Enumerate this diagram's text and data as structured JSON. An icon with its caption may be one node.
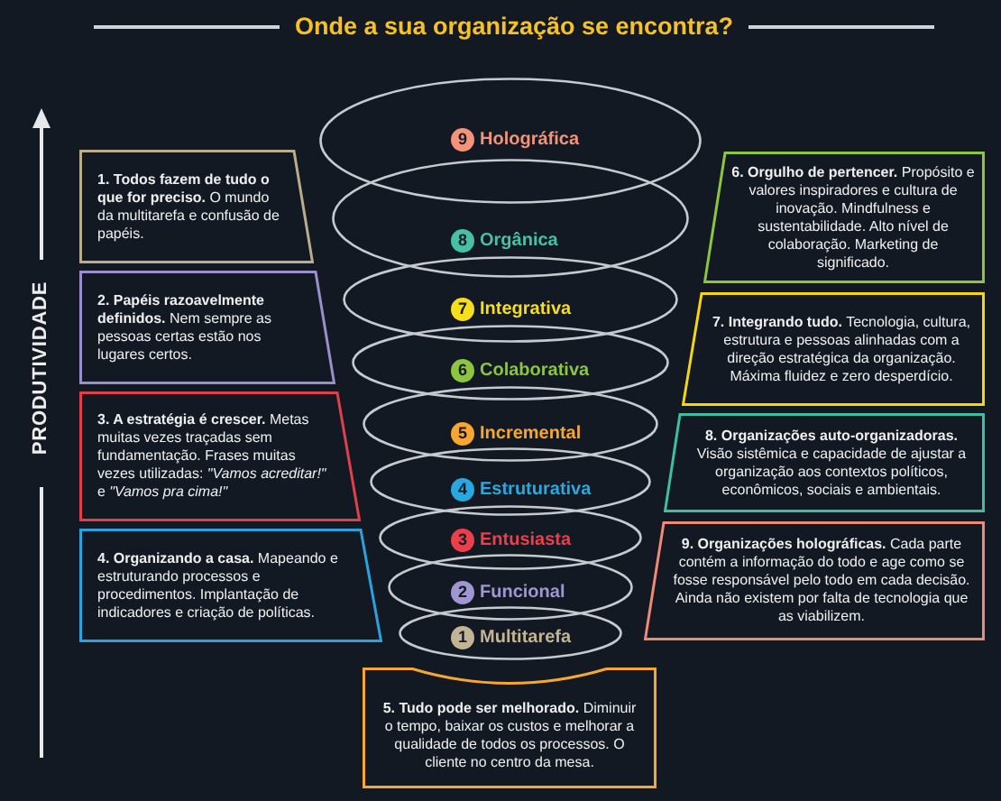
{
  "diagram": {
    "title": "Onde a sua organização se encontra?",
    "nodes": [
      {
        "text": [
          "9",
          "Holográfica"
        ]
      },
      {
        "text": [
          "8",
          "Orgânica"
        ]
      },
      {
        "text": [
          "7",
          "Integrativa"
        ]
      },
      {
        "text": [
          "6",
          "Colaborativa"
        ]
      },
      {
        "text": [
          "5",
          "Incremental"
        ]
      },
      {
        "text": [
          "4",
          "Estruturativa"
        ]
      },
      {
        "text": [
          "3",
          "Entusiasta"
        ]
      },
      {
        "text": [
          "2",
          "Funcional"
        ]
      },
      {
        "text": [
          "1",
          "Multitarefa"
        ]
      },
      {
        "text": [
          "**1. Todos fazem de tudo o que for preciso.** O mundo da multitarefa e confusão de papéis."
        ]
      },
      {
        "text": [
          "**2. Papéis razoavelmente definidos.** Nem sempre as pessoas certas estão nos lugares certos."
        ]
      },
      {
        "text": [
          "**3. A estratégia é crescer.** Metas muitas vezes traçadas sem fundamentação. Frases muitas vezes utilizadas: *\"Vamos acreditar!\"* e *\"Vamos pra cima!\"*"
        ]
      },
      {
        "text": [
          "**4. Organizando a casa.** Mapeando e estruturando processos e procedimentos. Implantação de indicadores e criação de políticas."
        ]
      },
      {
        "text": [
          "**5. Tudo pode ser melhorado.** Diminuir o tempo, baixar os custos e melhorar a qualidade de todos os processos. O cliente no centro da mesa."
        ]
      },
      {
        "text": [
          "**6. Orgulho de pertencer.** Propósito e valores inspiradores e cultura de inovação. Mindfulness e sustentabilidade. Alto nível de colaboração. Marketing de significado."
        ]
      },
      {
        "text": [
          "**7. Integrando tudo.** Tecnologia, cultura, estrutura e pessoas alinhadas com a direção estratégica da organização. Máxima fluidez e zero desperdício."
        ]
      },
      {
        "text": [
          "**8. Organizações auto-organizadoras.** Visão sistêmica e capacidade de ajustar a organização aos contextos políticos, econômicos, sociais e ambientais."
        ]
      },
      {
        "text": [
          "**9. Organizações holográficas.** Cada parte contém a informação do todo e age como se fosse responsável pelo todo em cada decisão. Ainda não existem por falta de tecnologia que as viabilizem."
        ]
      }
    ],
    "labels": [
      "PRODUTIVIDADE"
    ]
  }
}
